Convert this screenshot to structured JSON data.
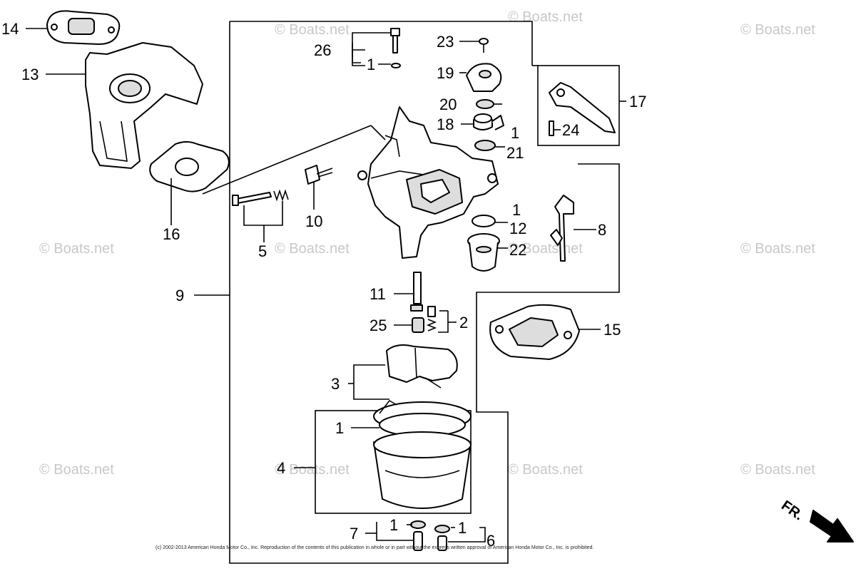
{
  "labels": {
    "p1a": "1",
    "p1b": "1",
    "p1c": "1",
    "p1d": "1",
    "p1e": "1",
    "p1f": "1",
    "p2": "2",
    "p3": "3",
    "p4": "4",
    "p5": "5",
    "p6": "6",
    "p7": "7",
    "p8": "8",
    "p9": "9",
    "p10": "10",
    "p11": "11",
    "p12": "12",
    "p13": "13",
    "p14": "14",
    "p15": "15",
    "p16": "16",
    "p17": "17",
    "p18": "18",
    "p19": "19",
    "p20": "20",
    "p21": "21",
    "p22": "22",
    "p23": "23",
    "p24": "24",
    "p25": "25",
    "p26": "26"
  },
  "watermark": "© Boats.net",
  "direction_label": "FR.",
  "copyright": "(c) 2002-2013 American Honda Motor Co., Inc. Reproduction of the contents of this publication in whole or in part without the express written approval of American Honda Motor Co., Inc. is prohibited."
}
